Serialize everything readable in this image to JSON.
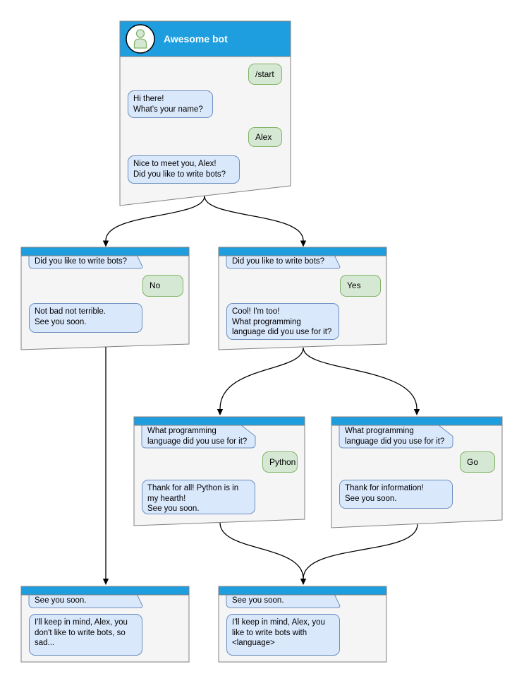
{
  "colors": {
    "header_blue": "#1E9EDE",
    "window_bg": "#F5F5F5",
    "window_border": "#808080",
    "bot_fill": "#DAE8FC",
    "bot_border": "#6C8EBF",
    "user_fill": "#D5E8D4",
    "user_border": "#82B366"
  },
  "icons": {
    "avatar": "person-icon"
  },
  "main_window": {
    "title": "Awesome bot",
    "messages": {
      "start": "/start",
      "greeting": "Hi there!\nWhat's your name?",
      "name": "Alex",
      "nice": "Nice to meet you, Alex!\nDid you like to write bots?"
    }
  },
  "no_window": {
    "question": "Did you like to write bots?",
    "answer": "No",
    "reply": "Not bad not terrible.\nSee you soon."
  },
  "yes_window": {
    "question": "Did you like to write bots?",
    "answer": "Yes",
    "reply": "Cool! I'm too!\nWhat programming\nlanguage did you use for it?"
  },
  "python_window": {
    "question": "What programming\nlanguage did you use for it?",
    "answer": "Python",
    "reply": "Thank for all! Python is in\nmy hearth!\nSee you soon."
  },
  "go_window": {
    "question": "What programming\nlanguage did you use for it?",
    "answer": "Go",
    "reply": "Thank for information!\nSee you soon."
  },
  "end_no_window": {
    "question": "See you soon.",
    "reply": "I'll keep in mind, Alex, you\ndon't like to write bots, so\nsad..."
  },
  "end_yes_window": {
    "question": "See you soon.",
    "reply": "I'll keep in mind, Alex, you\nlike to write bots with\n<language>"
  }
}
